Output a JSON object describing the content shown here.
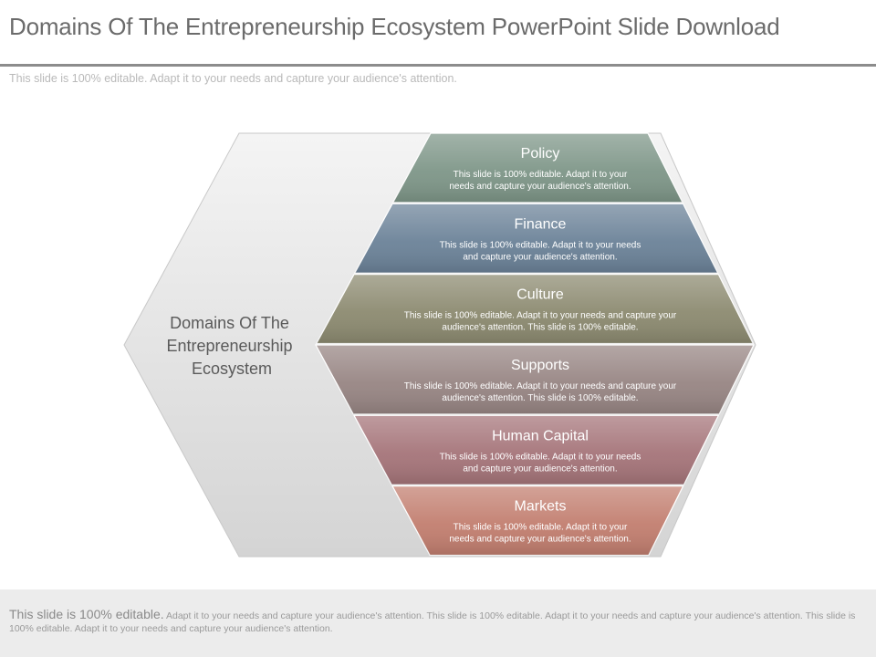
{
  "header": {
    "title": "Domains Of The Entrepreneurship Ecosystem PowerPoint Slide Download",
    "subtitle": "This slide is 100% editable.  Adapt it to your needs and capture your audience's attention."
  },
  "diagram": {
    "center_label": [
      "Domains Of The",
      "Entrepreneurship",
      "Ecosystem"
    ],
    "bands": [
      {
        "label": "Policy",
        "desc": [
          "This slide is 100% editable. Adapt it to your",
          "needs and capture your audience's attention."
        ],
        "color": "#7e9688"
      },
      {
        "label": "Finance",
        "desc": [
          "This slide is 100% editable. Adapt it to your needs",
          "and capture your audience's attention."
        ],
        "color": "#6b8298"
      },
      {
        "label": "Culture",
        "desc": [
          "This slide is 100% editable. Adapt it to your needs and capture your",
          "audience's attention. This slide is 100% editable."
        ],
        "color": "#8c8a70"
      },
      {
        "label": "Supports",
        "desc": [
          "This slide is 100% editable. Adapt it to your needs and capture your",
          "audience's attention. This slide is 100% editable."
        ],
        "color": "#978583"
      },
      {
        "label": "Human Capital",
        "desc": [
          "This slide is 100% editable. Adapt it to your needs",
          "and capture your audience's attention."
        ],
        "color": "#a57479"
      },
      {
        "label": "Markets",
        "desc": [
          "This slide is 100% editable. Adapt it to your",
          "needs and capture your audience's attention."
        ],
        "color": "#c27e6f"
      }
    ]
  },
  "footer": {
    "lead": "This slide is 100% editable.",
    "text": " Adapt it to your needs and capture your audience's attention. This slide is 100% editable. Adapt it to your needs and capture your audience's attention. This slide is 100% editable. Adapt it to your needs and capture your audience's attention."
  }
}
